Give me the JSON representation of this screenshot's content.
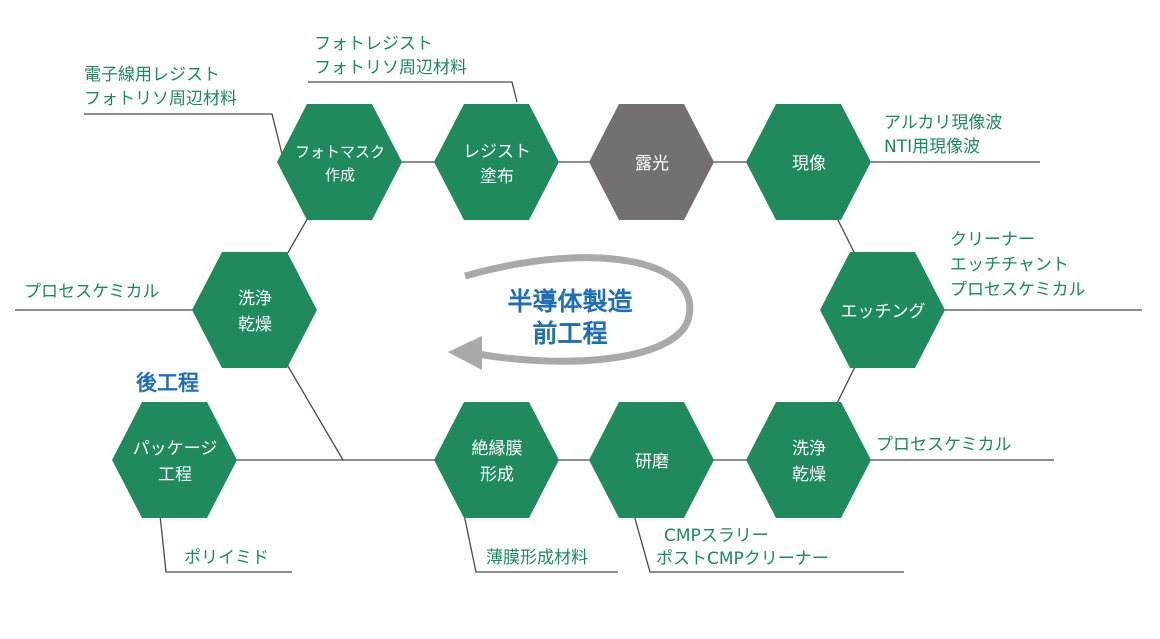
{
  "colors": {
    "hex_green": "#1e8a5e",
    "hex_gray": "#757070",
    "label_green": "#1a8a5e",
    "title_blue": "#1f6fb8",
    "line": "#4a4a4a",
    "arrow": "#a9a9a9"
  },
  "center": {
    "line1": "半導体製造",
    "line2": "前工程"
  },
  "post_process_title": "後工程",
  "steps": {
    "photomask": {
      "line1": "フォトマスク",
      "line2": "作成"
    },
    "resist": {
      "line1": "レジスト",
      "line2": "塗布"
    },
    "exposure": {
      "line1": "露光",
      "line2": ""
    },
    "develop": {
      "line1": "現像",
      "line2": ""
    },
    "etching": {
      "line1": "エッチング",
      "line2": ""
    },
    "clean_right": {
      "line1": "洗浄",
      "line2": "乾燥"
    },
    "polish": {
      "line1": "研磨",
      "line2": ""
    },
    "insulation": {
      "line1": "絶縁膜",
      "line2": "形成"
    },
    "clean_left": {
      "line1": "洗浄",
      "line2": "乾燥"
    },
    "package": {
      "line1": "パッケージ",
      "line2": "工程"
    }
  },
  "labels": {
    "photomask_materials": [
      "電子線用レジスト",
      "フォトリソ周辺材料"
    ],
    "resist_materials": [
      "フォトレジスト",
      "フォトリソ周辺材料"
    ],
    "develop_materials": [
      "アルカリ現像波",
      "NTI用現像波"
    ],
    "etching_materials": [
      "クリーナー",
      "エッチチャント",
      "プロセスケミカル"
    ],
    "clean_right_materials": [
      "プロセスケミカル"
    ],
    "polish_materials": [
      "CMPスラリー",
      "ポストCMPクリーナー"
    ],
    "insulation_materials": [
      "薄膜形成材料"
    ],
    "clean_left_materials": [
      "プロセスケミカル"
    ],
    "package_materials": [
      "ポリイミド"
    ]
  }
}
